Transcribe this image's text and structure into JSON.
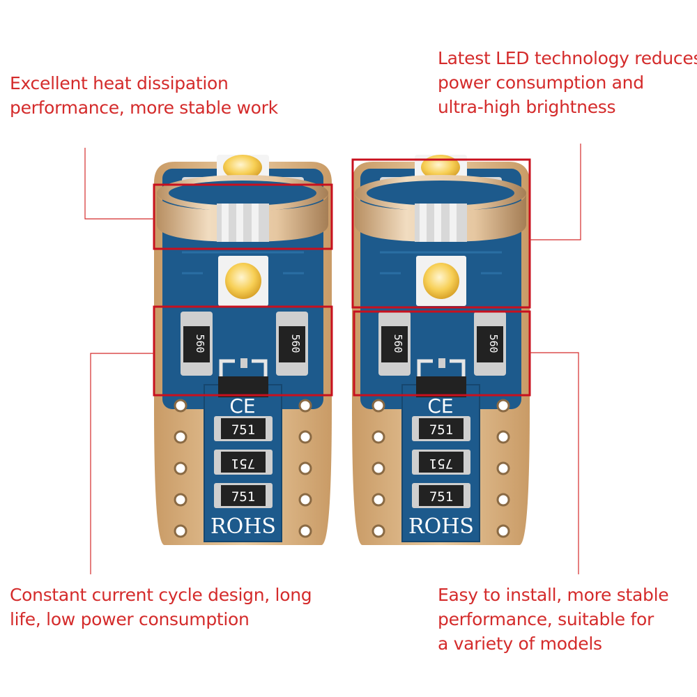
{
  "colors": {
    "callout_text": "#d42b2b",
    "highlight_box": "#c8101e",
    "leader_line": "#d42b2b",
    "pcb_blue": "#1d5a8c",
    "gold_edge": "#dcb787",
    "silver_ring": "#c9a980",
    "led_yellow": "#f8d560"
  },
  "callouts": {
    "top_left": [
      "Excellent heat dissipation",
      "performance, more stable work"
    ],
    "top_right": [
      "Latest LED technology reduces",
      "power consumption and",
      "ultra-high brightness"
    ],
    "bottom_left": [
      "Constant current cycle design, long",
      "life, low power consumption"
    ],
    "bottom_right": [
      "Easy to install, more stable",
      "performance, suitable for",
      "a variety of models"
    ]
  },
  "bulb": {
    "resistor_top": "560",
    "resistor_bottom": "751",
    "ce_mark": "CE",
    "rohs_mark": "ROHS"
  }
}
